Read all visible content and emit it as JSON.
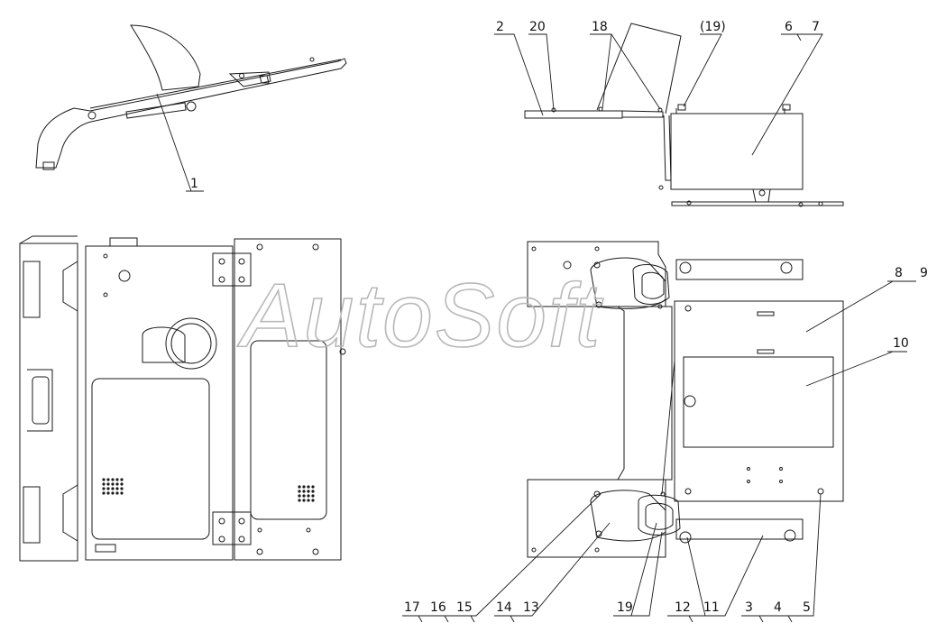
{
  "watermark": "AutoSoft",
  "callouts": {
    "c1": "1",
    "c2": "2",
    "c3": "3",
    "c4": "4",
    "c5": "5",
    "c6": "6",
    "c7": "7",
    "c8": "8",
    "c9": "9",
    "c10": "10",
    "c11": "11",
    "c12": "12",
    "c13": "13",
    "c14": "14",
    "c15": "15",
    "c16": "16",
    "c17": "17",
    "c18": "18",
    "c19": "19",
    "c19p": "(19)",
    "c20": "20"
  },
  "colors": {
    "line": "#1a1a1a",
    "watermark": "#b8b8b8",
    "background": "#ffffff"
  }
}
